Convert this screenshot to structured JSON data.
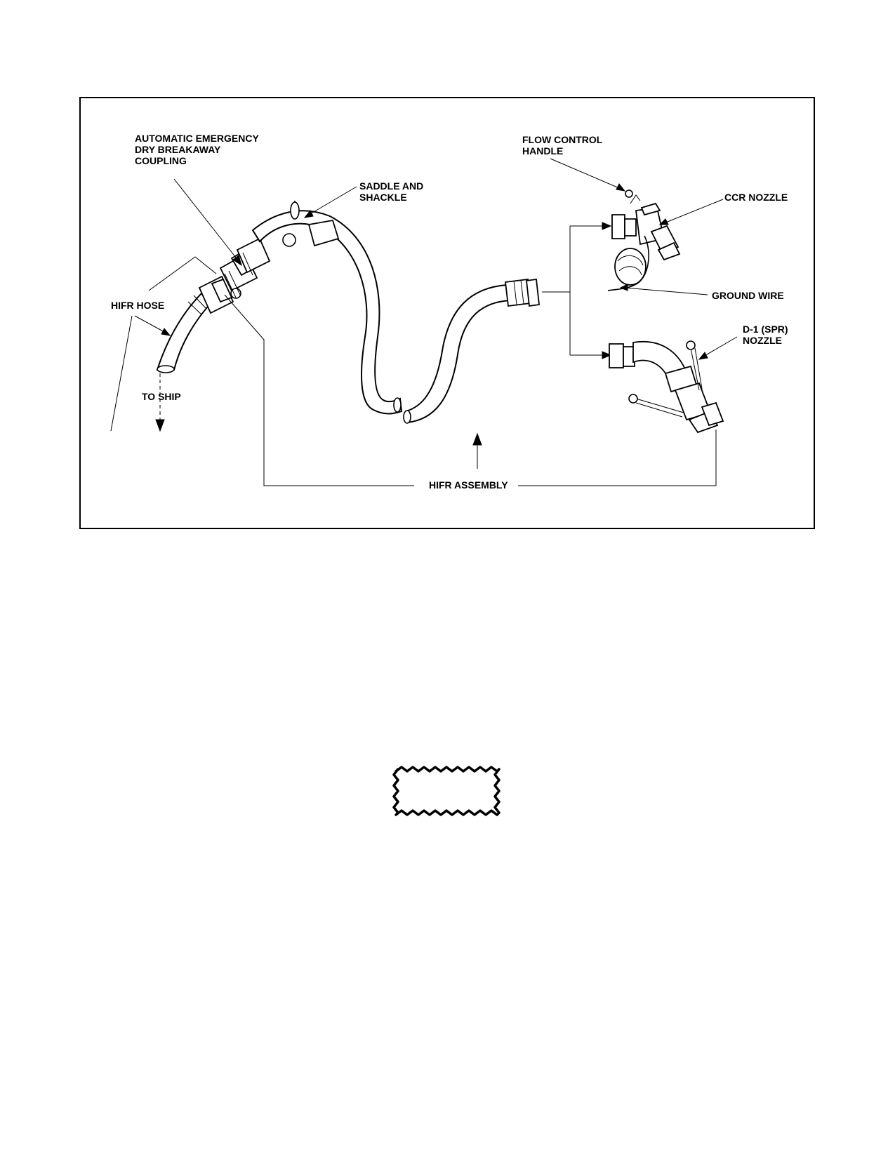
{
  "diagram": {
    "labels": {
      "coupling": [
        "AUTOMATIC EMERGENCY",
        "DRY BREAKAWAY",
        "COUPLING"
      ],
      "saddle": [
        "SADDLE AND",
        "SHACKLE"
      ],
      "flow_control": [
        "FLOW CONTROL",
        "HANDLE"
      ],
      "ccr_nozzle": "CCR NOZZLE",
      "ground_wire": "GROUND WIRE",
      "d1_nozzle": [
        "D-1 (SPR)",
        "NOZZLE"
      ],
      "hifr_hose": "HIFR HOSE",
      "to_ship": "TO SHIP",
      "hifr_assembly": "HIFR ASSEMBLY"
    }
  }
}
